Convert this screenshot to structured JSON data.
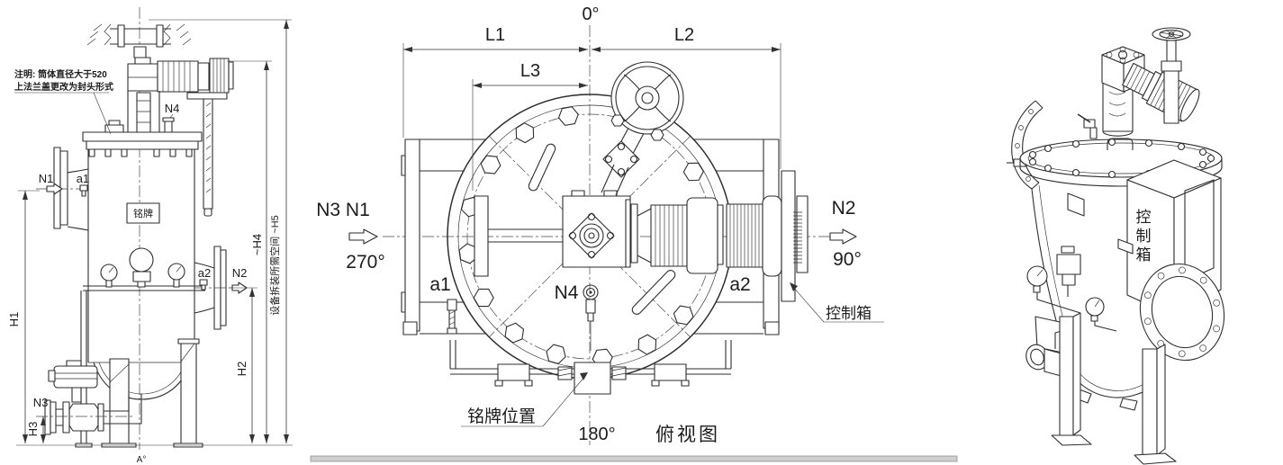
{
  "colors": {
    "line": "#2e2e2e",
    "bottom_band": "#cfcfcf",
    "background": "#ffffff"
  },
  "front_view": {
    "note_line1": "注明: 筒体直径大于520",
    "note_line2": "上法兰盖更改为封头形式",
    "labels": {
      "n1": "N1",
      "a1": "a1",
      "n4": "N4",
      "nameplate": "铭牌",
      "a2": "a2",
      "n2": "N2",
      "n3": "N3",
      "h1": "H1",
      "h2": "H2",
      "h3": "H3",
      "h4": "~H4",
      "service_space": "设备拆装所需空间 ~H5",
      "angle_bottom": "A°"
    }
  },
  "top_view": {
    "title": "俯视图",
    "labels": {
      "deg_0": "0°",
      "deg_90": "90°",
      "deg_180": "180°",
      "deg_270": "270°",
      "dim_l1": "L1",
      "dim_l2": "L2",
      "dim_l3": "L3",
      "inlet": "N3 N1",
      "n2": "N2",
      "n4": "N4",
      "a1": "a1",
      "a2": "a2",
      "control_box": "控制箱",
      "nameplate_position": "铭牌位置"
    }
  },
  "iso_view": {
    "control_box_label": "控制箱"
  }
}
